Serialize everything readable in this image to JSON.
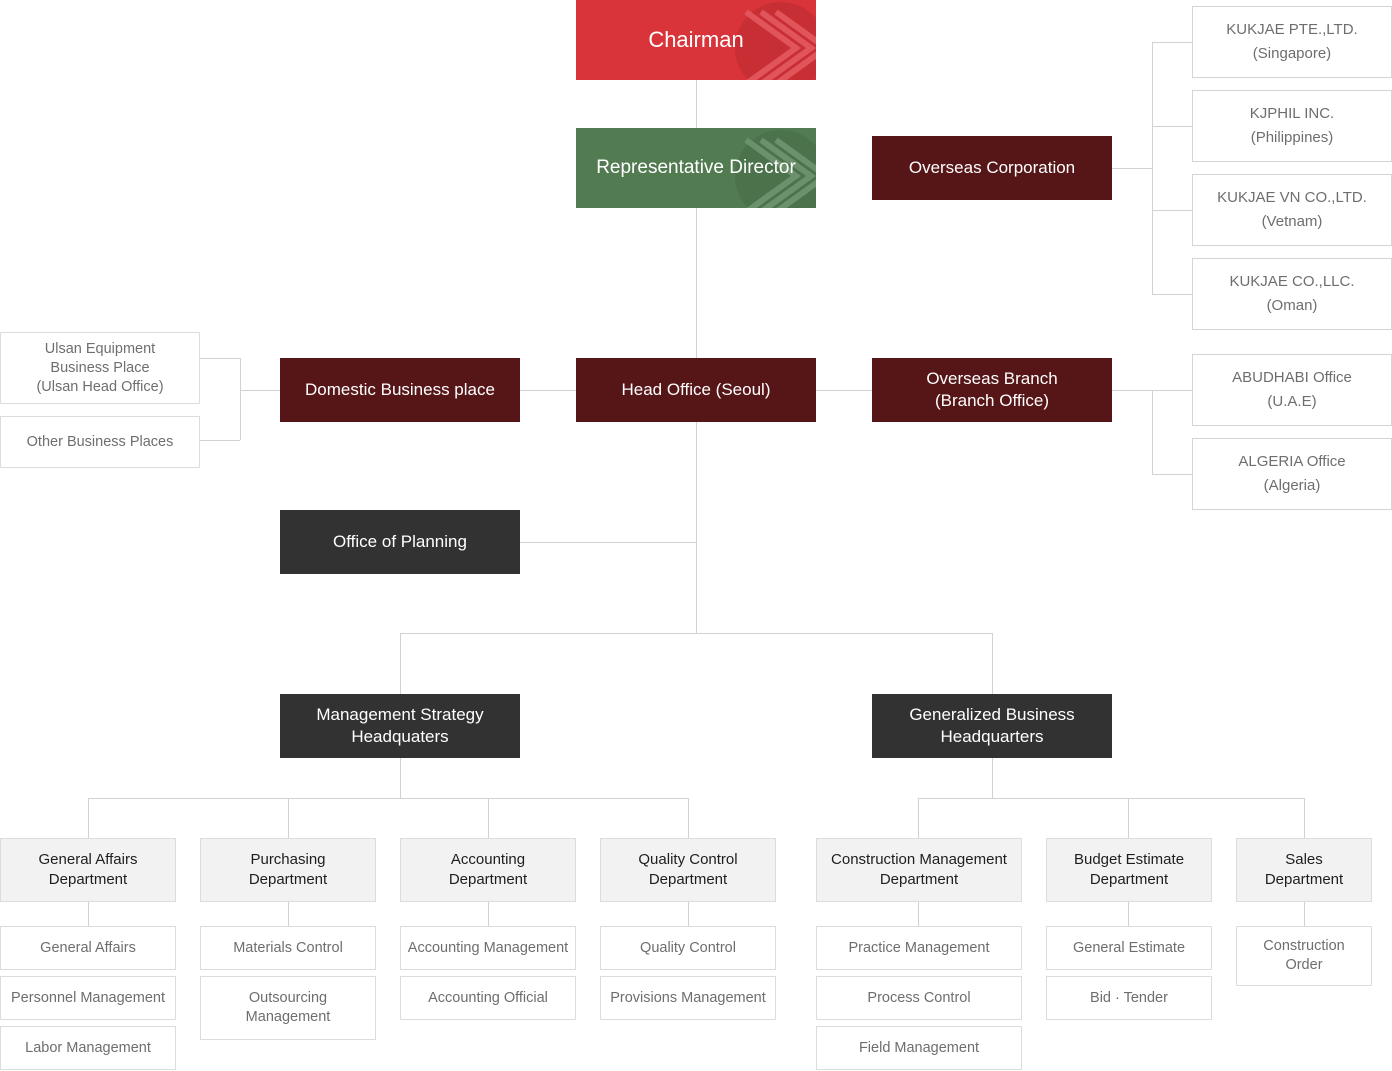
{
  "top": {
    "chairman": "Chairman",
    "representative": "Representative Director",
    "head_office": "Head Office (Seoul)",
    "office_planning": "Office of Planning"
  },
  "domestic": {
    "label": "Domestic Business place",
    "places": [
      "Ulsan Equipment\nBusiness Place\n(Ulsan Head Office)",
      "Other Business Places"
    ]
  },
  "overseas_corporation": {
    "label": "Overseas Corporation",
    "items": [
      "KUKJAE PTE.,LTD.\n(Singapore)",
      "KJPHIL INC.\n(Philippines)",
      "KUKJAE VN CO.,LTD.\n(Vetnam)",
      "KUKJAE CO.,LLC.\n(Oman)"
    ]
  },
  "overseas_branch": {
    "label": "Overseas Branch\n(Branch Office)",
    "items": [
      "ABUDHABI Office\n(U.A.E)",
      "ALGERIA Office\n(Algeria)"
    ]
  },
  "management_hq": {
    "label": "Management Strategy\nHeadquaters",
    "departments": [
      {
        "name": "General Affairs\nDepartment",
        "subs": [
          "General Affairs",
          "Personnel Management",
          "Labor Management"
        ]
      },
      {
        "name": "Purchasing\nDepartment",
        "subs": [
          "Materials Control",
          "Outsourcing\nManagement"
        ]
      },
      {
        "name": "Accounting\nDepartment",
        "subs": [
          "Accounting Management",
          "Accounting Official"
        ]
      },
      {
        "name": "Quality Control\nDepartment",
        "subs": [
          "Quality Control",
          "Provisions Management"
        ]
      }
    ]
  },
  "business_hq": {
    "label": "Generalized Business\nHeadquarters",
    "departments": [
      {
        "name": "Construction Management\nDepartment",
        "subs": [
          "Practice Management",
          "Process Control",
          "Field Management"
        ]
      },
      {
        "name": "Budget Estimate\nDepartment",
        "subs": [
          "General Estimate",
          "Bid · Tender"
        ]
      },
      {
        "name": "Sales\nDepartment",
        "subs": [
          "Construction\nOrder"
        ]
      }
    ]
  },
  "colors": {
    "chairman": "#d8343a",
    "representative": "#527b52",
    "dark_red": "#561517",
    "dark": "#323232",
    "department_bg": "#f2f2f2",
    "line": "#d2d2d2"
  }
}
